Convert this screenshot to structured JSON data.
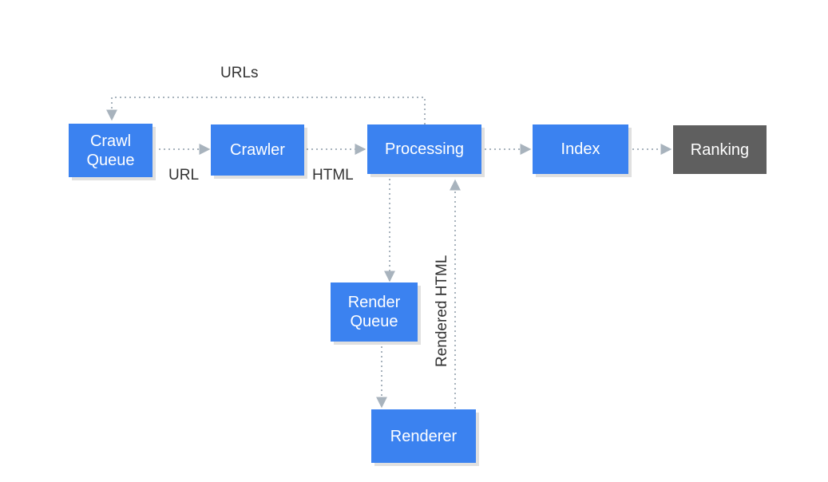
{
  "diagram": {
    "nodes": {
      "crawl_queue": "Crawl\nQueue",
      "crawler": "Crawler",
      "processing": "Processing",
      "index": "Index",
      "ranking": "Ranking",
      "render_queue": "Render\nQueue",
      "renderer": "Renderer"
    },
    "edge_labels": {
      "urls": "URLs",
      "url": "URL",
      "html": "HTML",
      "rendered_html": "Rendered HTML"
    }
  },
  "colors": {
    "node_blue": "#3b82f0",
    "node_grey": "#5f5f5f",
    "connector": "#a8b3bd"
  }
}
